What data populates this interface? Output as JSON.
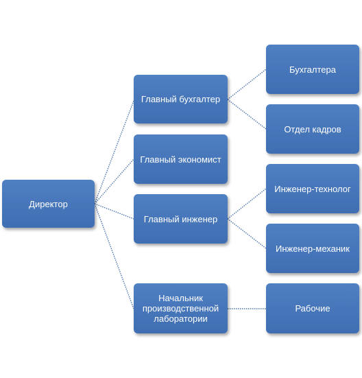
{
  "nodes": {
    "director": "Директор",
    "chief_accountant": "Главный бухгалтер",
    "chief_economist": "Главный экономист",
    "chief_engineer": "Главный инженер",
    "lab_head": "Начальник производственной лаборатории",
    "accounting": "Бухгалтера",
    "hr_department": "Отдел кадров",
    "process_engineer": "Инженер-технолог",
    "mechanical_engineer": "Инженер-механик",
    "workers": "Рабочие"
  },
  "colors": {
    "box_fill": "#4a7aba",
    "connector": "#4a73ae",
    "text": "#ffffff"
  }
}
